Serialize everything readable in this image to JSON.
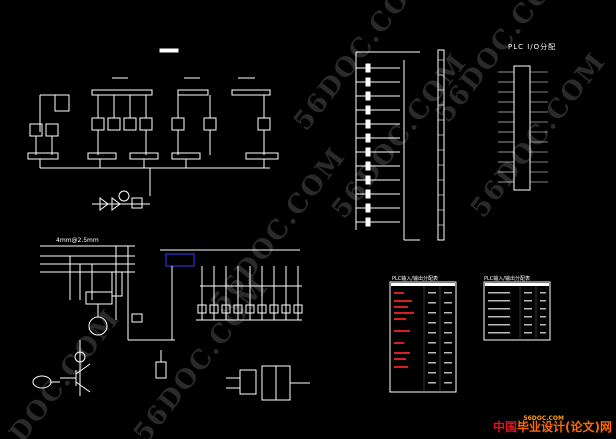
{
  "watermarks": [
    "56DOC.COM",
    "56DOC.COM",
    "56DOC.COM",
    "56DOC.COM",
    "DOC.COM",
    "56DOC.COM",
    "56DOC.COM"
  ],
  "io_table_title": "PLC  I/O分配",
  "motor_current_label": "4mm@2.5mm",
  "table_a_title": "PLC输入/输出分配表",
  "table_b_title": "PLC输入/输出分配表",
  "logo": {
    "cn": "中国",
    "rest": "毕业设计(论文)网",
    "site": "56DOC.COM"
  },
  "colors": {
    "line": "#ffffff",
    "red": "#d42020",
    "blue": "#3a3aff",
    "watermark": "#969696"
  }
}
